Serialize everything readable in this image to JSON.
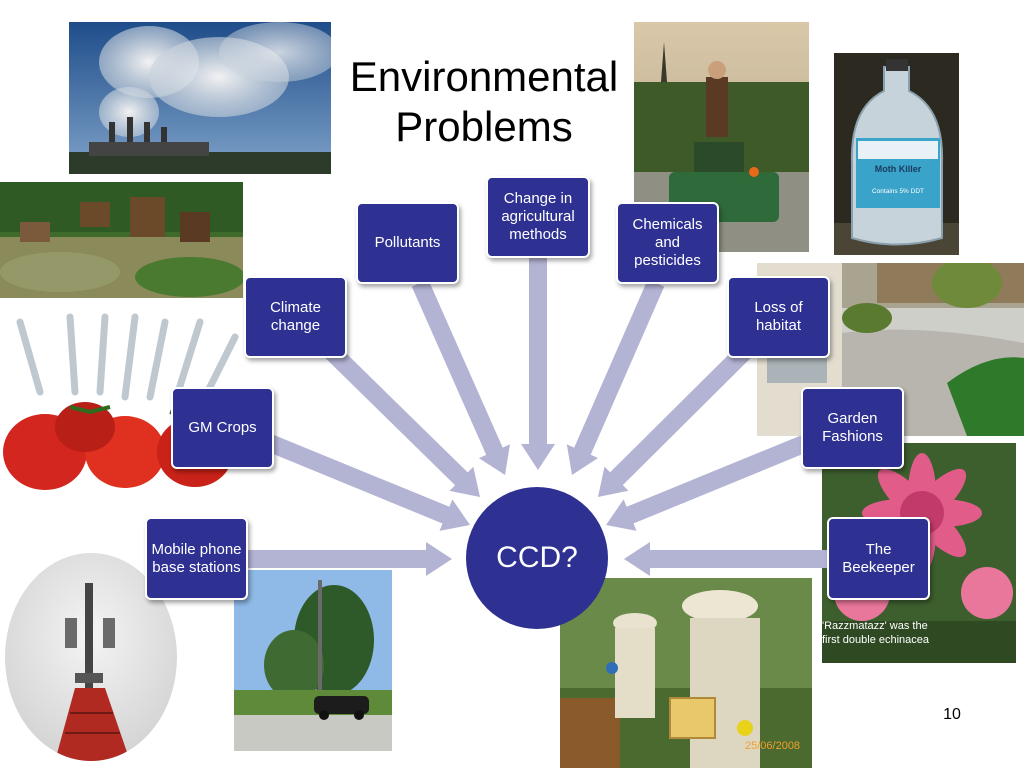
{
  "slide": {
    "title_line1": "Environmental",
    "title_line2": "Problems",
    "page_number": "10"
  },
  "hub": {
    "label": "CCD?"
  },
  "nodes": [
    {
      "label": "Mobile phone base stations"
    },
    {
      "label": "GM Crops"
    },
    {
      "label": "Climate change"
    },
    {
      "label": "Pollutants"
    },
    {
      "label": "Change in agricultural methods"
    },
    {
      "label": "Chemicals and pesticides"
    },
    {
      "label": "Loss of habitat"
    },
    {
      "label": "Garden Fashions"
    },
    {
      "label": "The Beekeeper"
    }
  ],
  "photos": {
    "bottle_label": "Moth Killer",
    "bottle_sublabel": "Contains 5% DDT",
    "flower_caption": "'Razzmatazz' was the first double echinacea",
    "bee_date_stamp": "25/06/2008"
  },
  "colors": {
    "node_fill": "#2e3192",
    "arrow_fill": "#b3b3d4",
    "text_on_node": "#ffffff"
  }
}
